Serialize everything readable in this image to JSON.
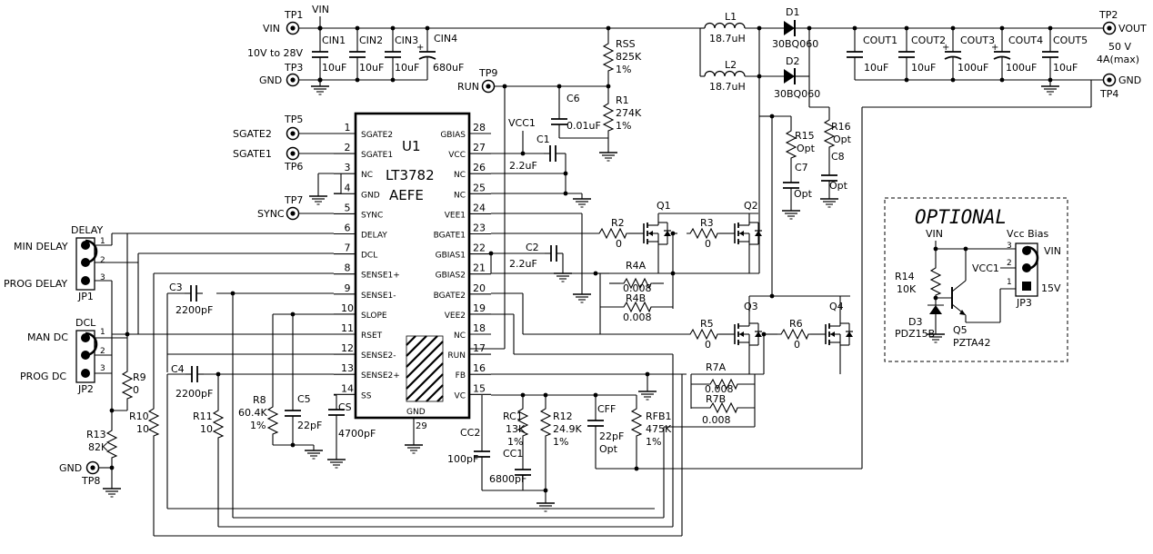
{
  "title": "",
  "ic": {
    "ref": "U1",
    "part": "LT3782",
    "suffix": "AEFE",
    "gnd_label": "GND",
    "gnd_pin": "29",
    "left_pins": [
      {
        "n": "1",
        "name": "SGATE2"
      },
      {
        "n": "2",
        "name": "SGATE1"
      },
      {
        "n": "3",
        "name": "NC"
      },
      {
        "n": "4",
        "name": "GND"
      },
      {
        "n": "5",
        "name": "SYNC"
      },
      {
        "n": "6",
        "name": "DELAY"
      },
      {
        "n": "7",
        "name": "DCL"
      },
      {
        "n": "8",
        "name": "SENSE1+"
      },
      {
        "n": "9",
        "name": "SENSE1-"
      },
      {
        "n": "10",
        "name": "SLOPE"
      },
      {
        "n": "11",
        "name": "RSET"
      },
      {
        "n": "12",
        "name": "SENSE2-"
      },
      {
        "n": "13",
        "name": "SENSE2+"
      },
      {
        "n": "14",
        "name": "SS"
      }
    ],
    "right_pins": [
      {
        "n": "28",
        "name": "GBIAS"
      },
      {
        "n": "27",
        "name": "VCC"
      },
      {
        "n": "26",
        "name": "NC"
      },
      {
        "n": "25",
        "name": "NC"
      },
      {
        "n": "24",
        "name": "VEE1"
      },
      {
        "n": "23",
        "name": "BGATE1"
      },
      {
        "n": "22",
        "name": "GBIAS1"
      },
      {
        "n": "21",
        "name": "GBIAS2"
      },
      {
        "n": "20",
        "name": "BGATE2"
      },
      {
        "n": "19",
        "name": "VEE2"
      },
      {
        "n": "18",
        "name": "NC"
      },
      {
        "n": "17",
        "name": "RUN"
      },
      {
        "n": "16",
        "name": "FB"
      },
      {
        "n": "15",
        "name": "VC"
      }
    ]
  },
  "testpoints": {
    "tp1": "TP1",
    "tp2": "TP2",
    "tp3": "TP3",
    "tp4": "TP4",
    "tp5": "TP5",
    "tp6": "TP6",
    "tp7": "TP7",
    "tp8": "TP8",
    "tp9": "TP9"
  },
  "nets": {
    "vin": "VIN",
    "vin_top": "VIN",
    "vin_range": "10V to 28V",
    "gnd_in": "GND",
    "vout": "VOUT",
    "vout_spec1": "50 V",
    "vout_spec2": "4A(max)",
    "gnd_out": "GND",
    "run": "RUN",
    "sgate2": "SGATE2",
    "sgate1": "SGATE1",
    "sync": "SYNC",
    "vcc1": "VCC1",
    "gnd_bottom": "GND"
  },
  "components": {
    "cin1": {
      "ref": "CIN1",
      "val": "10uF"
    },
    "cin2": {
      "ref": "CIN2",
      "val": "10uF"
    },
    "cin3": {
      "ref": "CIN3",
      "val": "10uF"
    },
    "cin4": {
      "ref": "CIN4",
      "val": "680uF"
    },
    "l1": {
      "ref": "L1",
      "val": "18.7uH"
    },
    "l2": {
      "ref": "L2",
      "val": "18.7uH"
    },
    "d1": {
      "ref": "D1",
      "val": "30BQ060"
    },
    "d2": {
      "ref": "D2",
      "val": "30BQ060"
    },
    "cout1": {
      "ref": "COUT1",
      "val": "10uF"
    },
    "cout2": {
      "ref": "COUT2",
      "val": "10uF"
    },
    "cout3": {
      "ref": "COUT3",
      "val": "100uF"
    },
    "cout4": {
      "ref": "COUT4",
      "val": "100uF"
    },
    "cout5": {
      "ref": "COUT5",
      "val": "10uF"
    },
    "rss": {
      "ref": "RSS",
      "val": "825K",
      "tol": "1%"
    },
    "r1": {
      "ref": "R1",
      "val": "274K",
      "tol": "1%"
    },
    "c6": {
      "ref": "C6",
      "val": "0.01uF"
    },
    "c1": {
      "ref": "C1",
      "val": "2.2uF"
    },
    "c2": {
      "ref": "C2",
      "val": "2.2uF"
    },
    "r15": {
      "ref": "R15",
      "val": "Opt"
    },
    "r16": {
      "ref": "R16",
      "val": "Opt"
    },
    "c7": {
      "ref": "C7",
      "val": "Opt"
    },
    "c8": {
      "ref": "C8",
      "val": "Opt"
    },
    "q1": {
      "ref": "Q1"
    },
    "q2": {
      "ref": "Q2"
    },
    "q3": {
      "ref": "Q3"
    },
    "q4": {
      "ref": "Q4"
    },
    "r2": {
      "ref": "R2",
      "val": "0"
    },
    "r3": {
      "ref": "R3",
      "val": "0"
    },
    "r5": {
      "ref": "R5",
      "val": "0"
    },
    "r6": {
      "ref": "R6",
      "val": "0"
    },
    "r4a": {
      "ref": "R4A",
      "val": "0.008"
    },
    "r4b": {
      "ref": "R4B",
      "val": "0.008"
    },
    "r7a": {
      "ref": "R7A",
      "val": "0.008"
    },
    "r7b": {
      "ref": "R7B",
      "val": "0.008"
    },
    "c3": {
      "ref": "C3",
      "val": "2200pF"
    },
    "c4": {
      "ref": "C4",
      "val": "2200pF"
    },
    "r8": {
      "ref": "R8",
      "val": "60.4K",
      "tol": "1%"
    },
    "c5": {
      "ref": "C5",
      "val": "22pF"
    },
    "cs": {
      "ref": "CS",
      "val": "4700pF"
    },
    "r9": {
      "ref": "R9",
      "val": "0"
    },
    "r10": {
      "ref": "R10",
      "val": "10"
    },
    "r11": {
      "ref": "R11",
      "val": "10"
    },
    "r13": {
      "ref": "R13",
      "val": "82K"
    },
    "cc2": {
      "ref": "CC2",
      "val": "100pF"
    },
    "rc1": {
      "ref": "RC1",
      "val": "13K",
      "tol": "1%"
    },
    "cc1": {
      "ref": "CC1",
      "val": "6800pF"
    },
    "r12": {
      "ref": "R12",
      "val": "24.9K",
      "tol": "1%"
    },
    "cff": {
      "ref": "CFF",
      "val": "22pF",
      "opt": "Opt"
    },
    "rfb1": {
      "ref": "RFB1",
      "val": "475K",
      "tol": "1%"
    }
  },
  "jumpers": {
    "jp1": {
      "ref": "JP1",
      "title": "DELAY",
      "top": "MIN DELAY",
      "bottom": "PROG DELAY"
    },
    "jp2": {
      "ref": "JP2",
      "title": "DCL",
      "top": "MAN DC",
      "bottom": "PROG DC"
    },
    "pins": [
      "1",
      "2",
      "3"
    ]
  },
  "optional": {
    "title": "OPTIONAL",
    "vin": "VIN",
    "vcc_bias": "Vcc Bias",
    "vin_pin": "VIN",
    "vcc1": "VCC1",
    "v15": "15V",
    "jp3": "JP3",
    "r14": {
      "ref": "R14",
      "val": "10K"
    },
    "d3": {
      "ref": "D3",
      "val": "PDZ15B"
    },
    "q5": {
      "ref": "Q5",
      "val": "PZTA42"
    },
    "pins": [
      "3",
      "2",
      "1"
    ]
  }
}
